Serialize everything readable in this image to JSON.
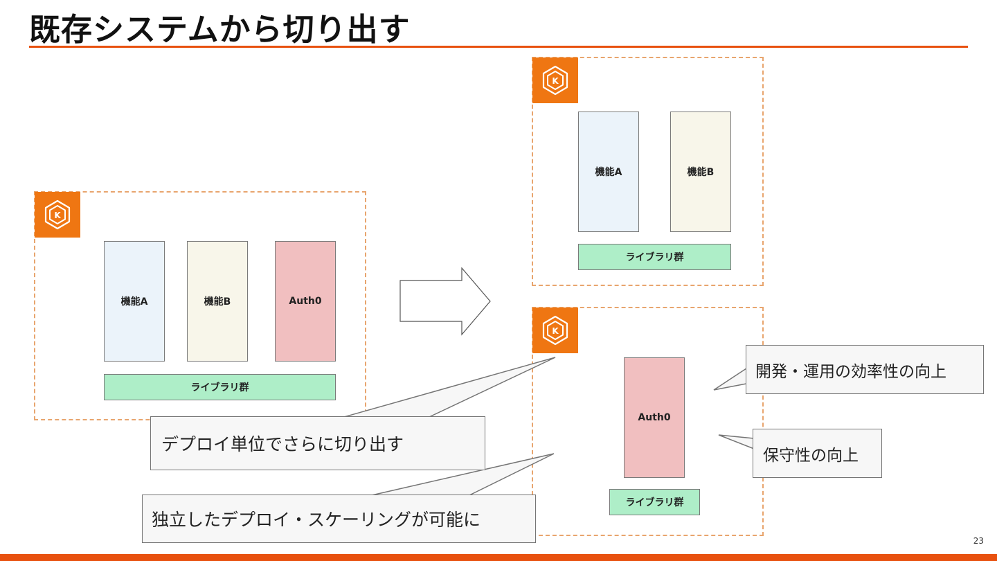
{
  "slide": {
    "title": "既存システムから切り出す",
    "page_number": "23",
    "accent_color": "#e8510f"
  },
  "colors": {
    "cluster_border": "#e8a56e",
    "badge": "#ef7612",
    "feature_a": "#ebf3fa",
    "feature_b": "#f8f6ea",
    "auth": "#f1bfc0",
    "library": "#aeeec8",
    "callout_bg": "#f7f7f7"
  },
  "before": {
    "badge_icon": "kubernetes-icon",
    "feature_a": "機能A",
    "feature_b": "機能B",
    "auth": "Auth0",
    "library": "ライブラリ群"
  },
  "arrow_icon": "right-arrow-icon",
  "after_top": {
    "badge_icon": "kubernetes-icon",
    "feature_a": "機能A",
    "feature_b": "機能B",
    "library": "ライブラリ群"
  },
  "after_bottom": {
    "badge_icon": "kubernetes-icon",
    "auth": "Auth0",
    "library": "ライブラリ群"
  },
  "callouts": {
    "split_more": "デプロイ単位でさらに切り出す",
    "independent": "独立したデプロイ・スケーリングが可能に",
    "efficiency": "開発・運用の効率性の向上",
    "maintainability": "保守性の向上"
  }
}
